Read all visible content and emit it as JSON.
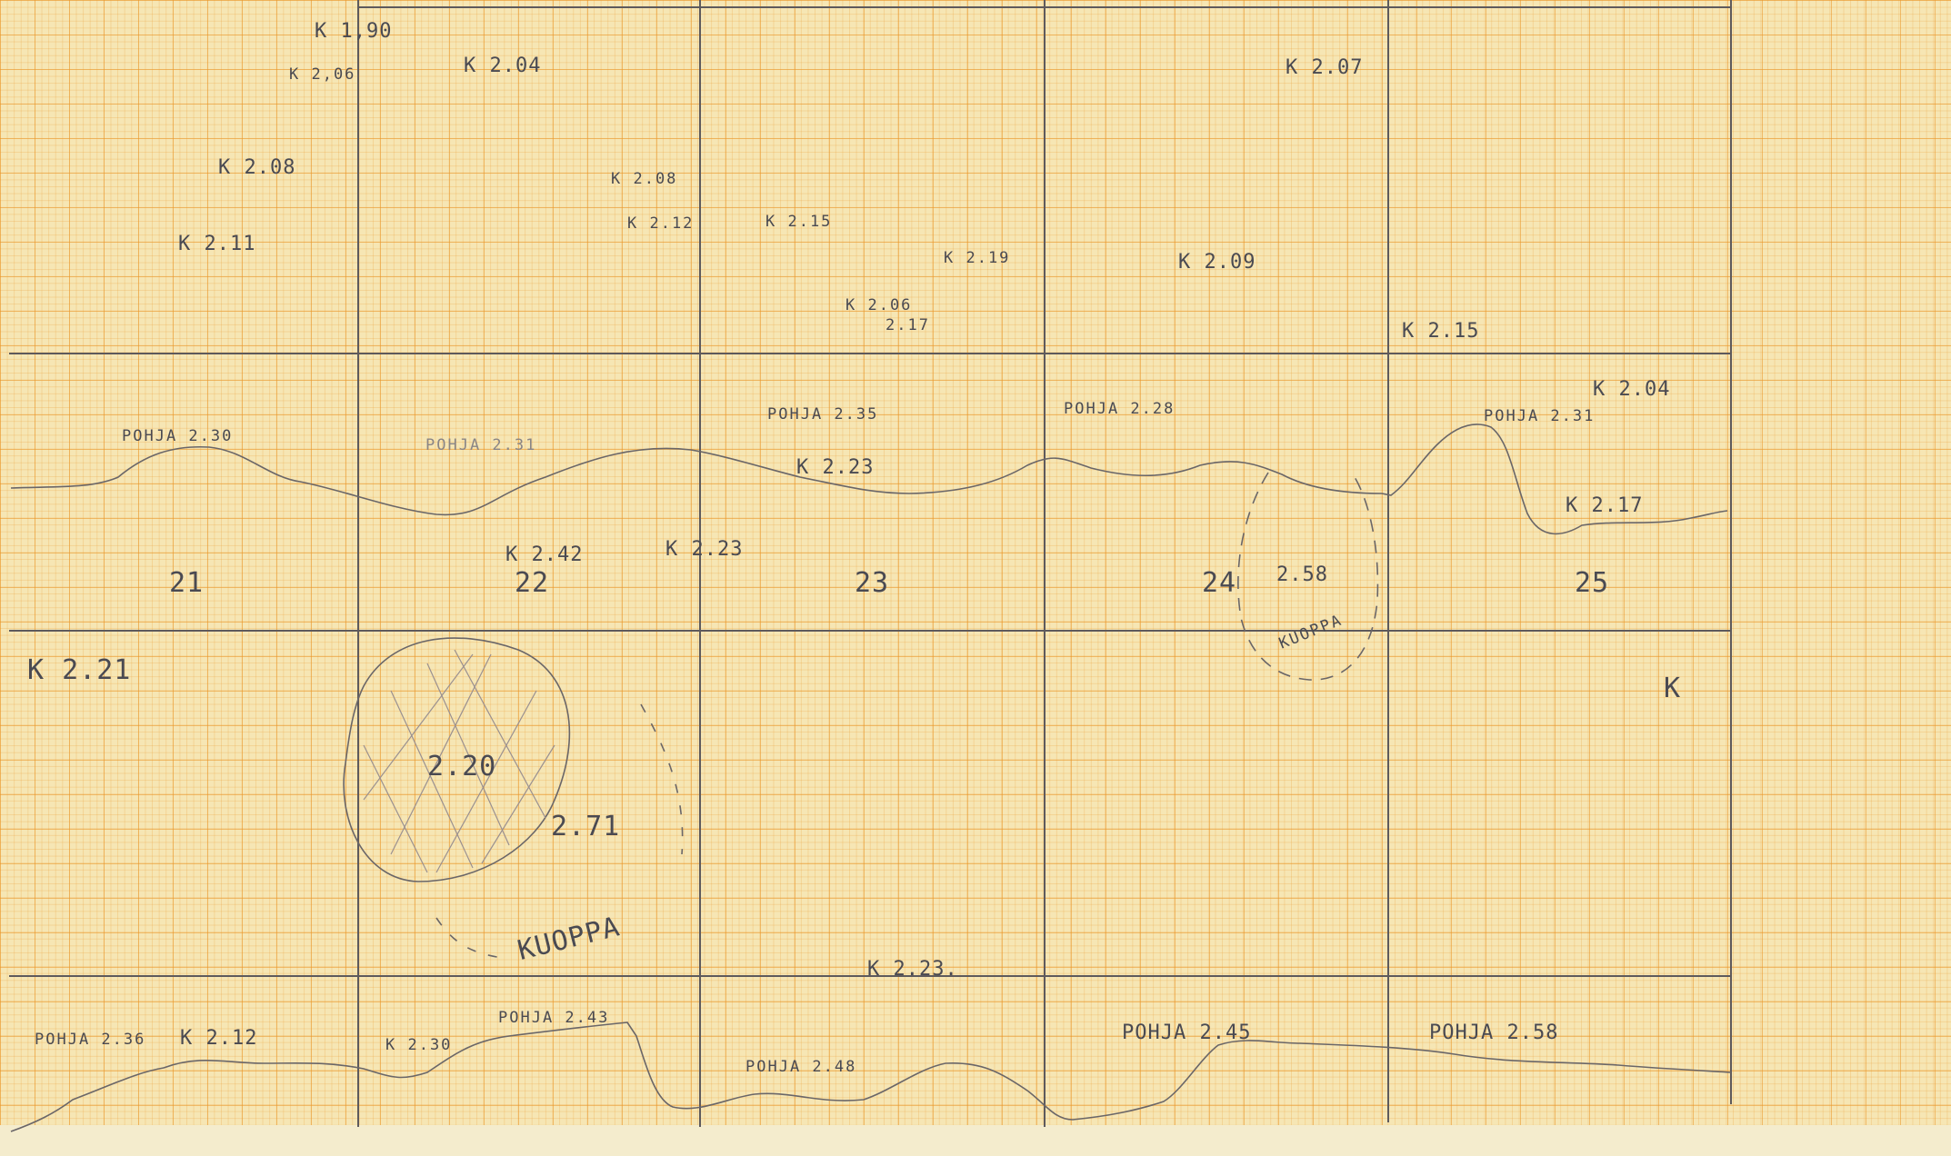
{
  "sheet": {
    "elevations_top": [
      "K 1,90",
      "K 2,06",
      "K 2.04",
      "K 2.07",
      "K 2.08",
      "K 2.08",
      "K 2.11",
      "K 2.12",
      "K 2.15",
      "K 2.19",
      "K 2.09",
      "K 2.06",
      "2.17",
      "K 2.15",
      "K 2.04",
      "K 2.17"
    ],
    "profile_top": [
      "POHJA 2.30",
      "POHJA 2.31",
      "POHJA 2.35",
      "POHJA 2.28",
      "POHJA 2.31",
      "K 2.23"
    ],
    "mid_labels": [
      "K 2.42",
      "K 2.23",
      "2.58",
      "KUOPPA"
    ],
    "square_numbers": [
      "21",
      "22",
      "23",
      "24",
      "25"
    ],
    "lower_labels": [
      "K 2.21",
      "K",
      "2.20",
      "2.71",
      "KUOPPA",
      "K 2.23."
    ],
    "profile_bottom": [
      "POHJA 2.36",
      "K 2.12",
      "K 2.30",
      "POHJA 2.43",
      "POHJA 2.48",
      "POHJA 2.45",
      "POHJA 2.58"
    ]
  }
}
